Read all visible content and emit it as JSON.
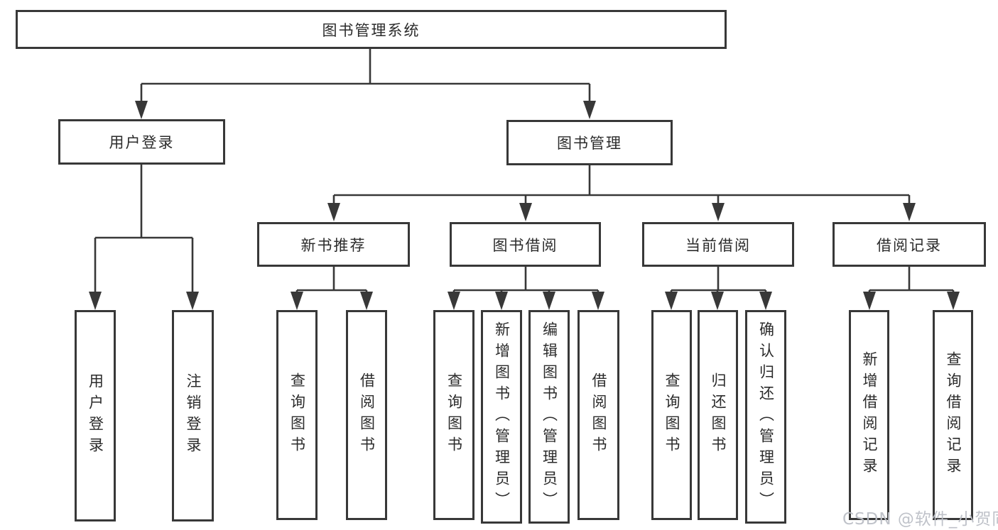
{
  "diagram": {
    "title": "图书管理系统",
    "root": {
      "label": "图书管理系统"
    },
    "level2": [
      {
        "label": "用户登录"
      },
      {
        "label": "图书管理"
      }
    ],
    "level3": [
      {
        "label": "新书推荐"
      },
      {
        "label": "图书借阅"
      },
      {
        "label": "当前借阅"
      },
      {
        "label": "借阅记录"
      }
    ],
    "leaves": [
      {
        "label": "用户登录",
        "parent": "用户登录"
      },
      {
        "label": "注销登录",
        "parent": "用户登录"
      },
      {
        "label": "查询图书",
        "parent": "新书推荐"
      },
      {
        "label": "借阅图书",
        "parent": "新书推荐"
      },
      {
        "label": "查询图书",
        "parent": "图书借阅"
      },
      {
        "label": "新增图书（管理员）",
        "parent": "图书借阅"
      },
      {
        "label": "编辑图书（管理员）",
        "parent": "图书借阅"
      },
      {
        "label": "借阅图书",
        "parent": "图书借阅"
      },
      {
        "label": "查询图书",
        "parent": "当前借阅"
      },
      {
        "label": "归还图书",
        "parent": "当前借阅"
      },
      {
        "label": "确认归还（管理员）",
        "parent": "当前借阅"
      },
      {
        "label": "新增借阅记录",
        "parent": "借阅记录"
      },
      {
        "label": "查询借阅记录",
        "parent": "借阅记录"
      }
    ],
    "watermark": "CSDN @软件_小贺同学",
    "colors": {
      "line": "#383838",
      "text": "#2b2b2b",
      "watermark": "#bcbfc6",
      "background": "#ffffff"
    }
  }
}
